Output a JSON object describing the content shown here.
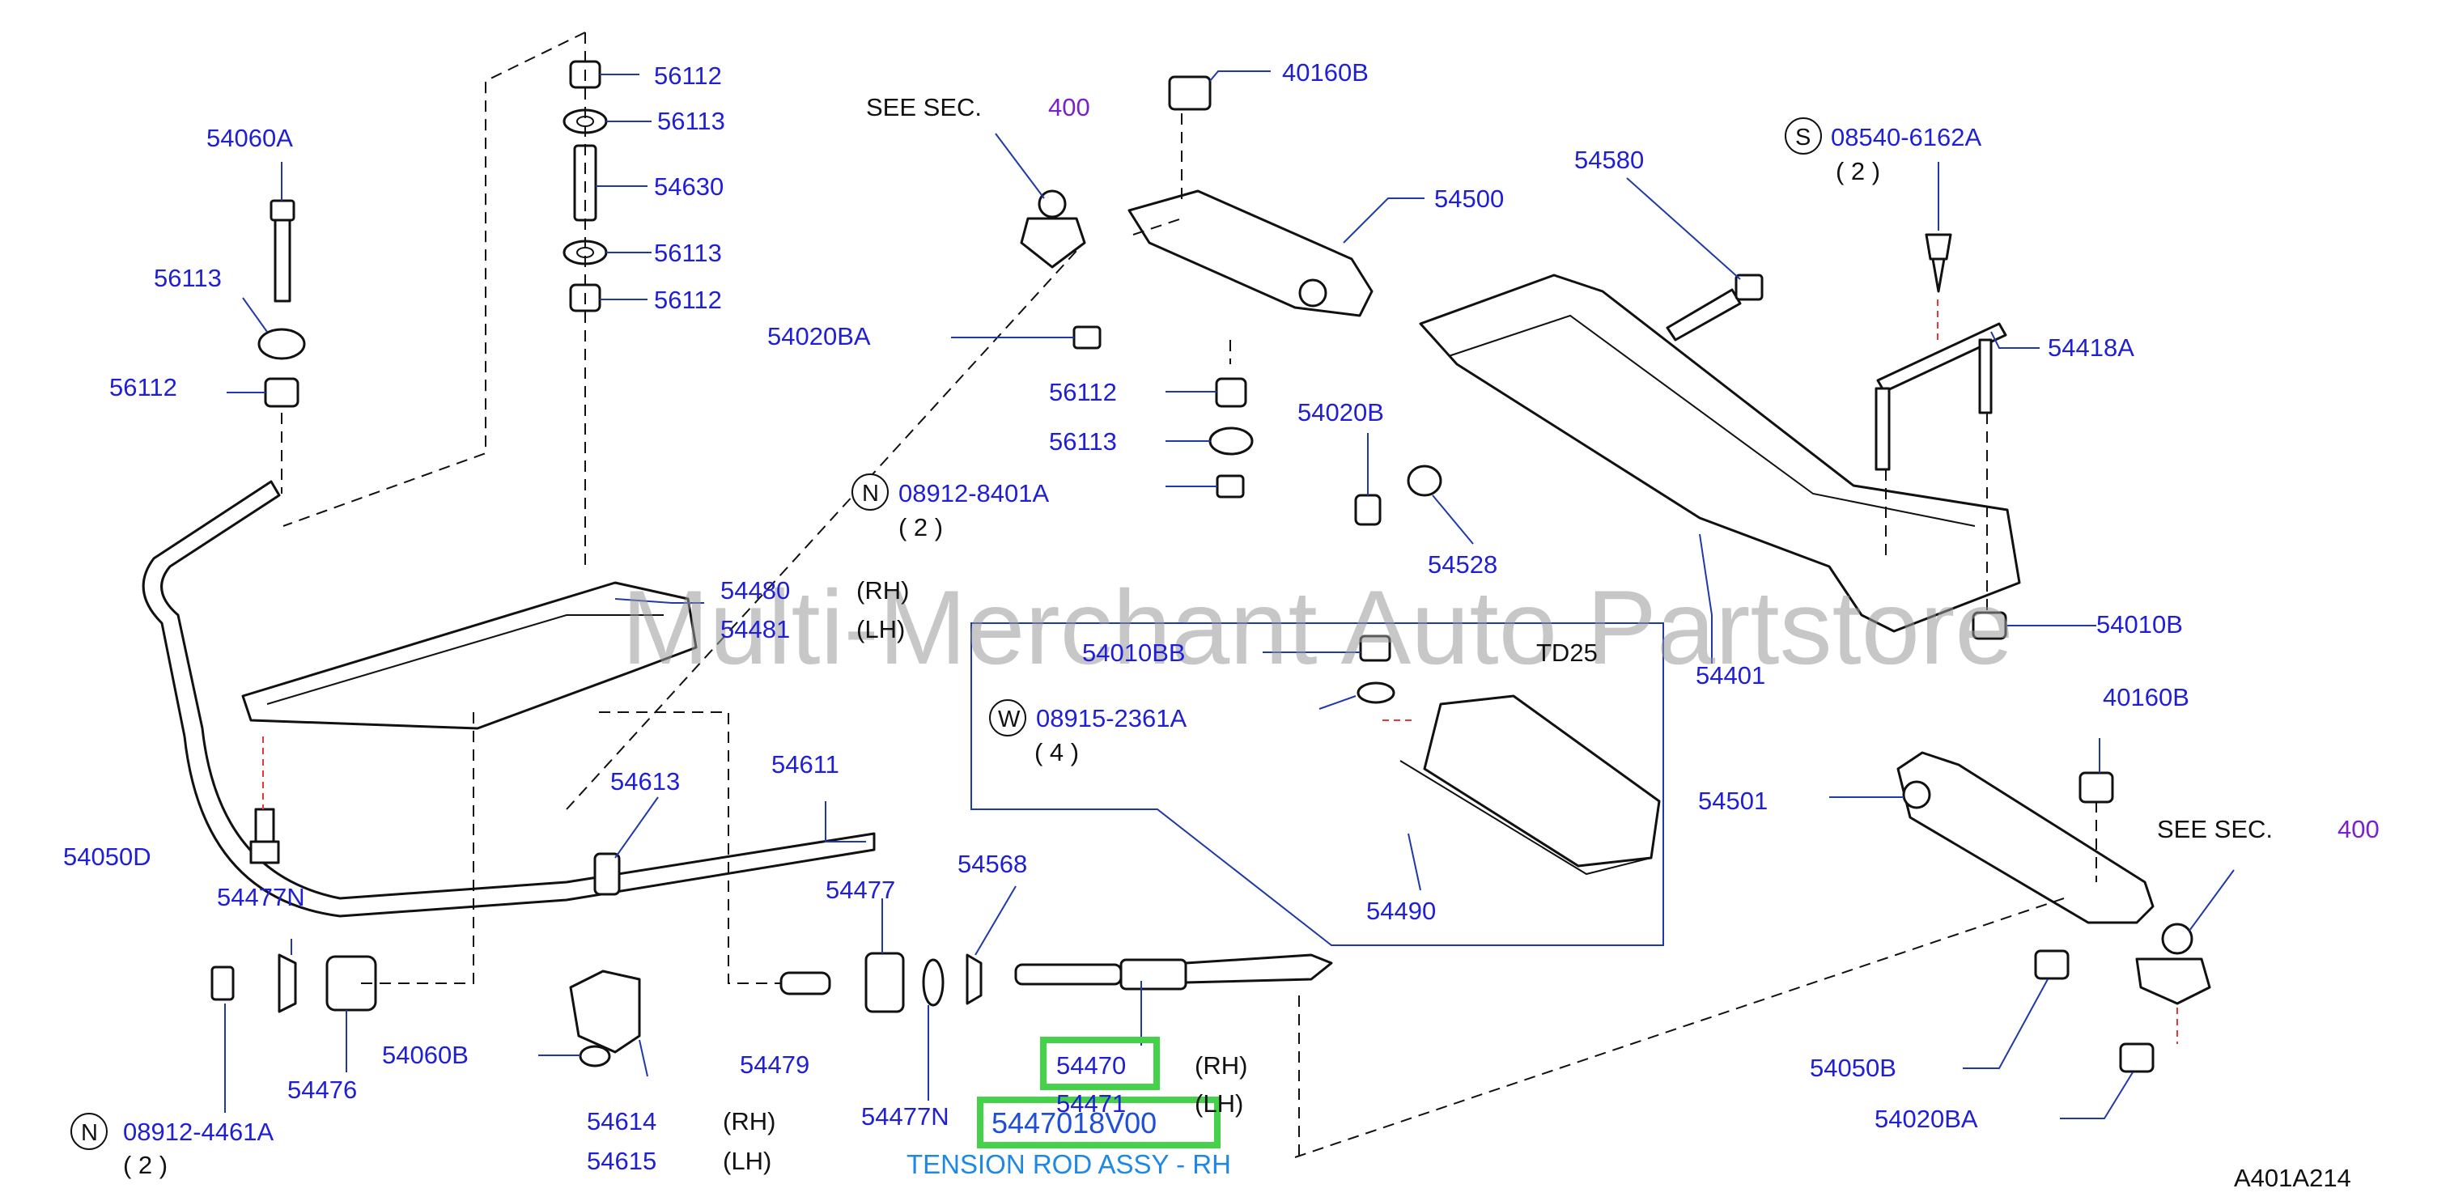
{
  "labels": {
    "p_56112_t": "56112",
    "p_56113_t": "56113",
    "p_54630": "54630",
    "p_56113_m": "56113",
    "p_56112_m": "56112",
    "p_54060A": "54060A",
    "p_56113_l": "56113",
    "p_56112_l": "56112",
    "see_1": "SEE   SEC.",
    "sec_1": "400",
    "p_40160B_t": "40160B",
    "p_54500": "54500",
    "p_54020BA_t": "54020BA",
    "p_56112_c": "56112",
    "p_56113_c": "56113",
    "n_08912_8401A": "08912-8401A",
    "q_2a": "( 2  )",
    "p_54580": "54580",
    "s_08540_6162A": "08540-6162A",
    "q_2b": "( 2  )",
    "p_54418A": "54418A",
    "p_54020B": "54020B",
    "p_54528": "54528",
    "p_54480": "54480",
    "rh_1": "(RH)",
    "p_54481": "54481",
    "lh_1": "(LH)",
    "p_54010BB": "54010BB",
    "td25": "TD25",
    "w_08915_2361A": "08915-2361A",
    "q_4": "( 4  )",
    "p_54010B": "54010B",
    "p_54401": "54401",
    "p_40160B_r": "40160B",
    "p_54501": "54501",
    "see_2": "SEE   SEC.",
    "sec_2": "400",
    "p_54613": "54613",
    "p_54611": "54611",
    "p_54050D": "54050D",
    "p_54490": "54490",
    "p_54477N_l": "54477N",
    "p_54477": "54477",
    "p_54568": "54568",
    "p_54060B": "54060B",
    "p_54476": "54476",
    "p_54479": "54479",
    "p_54470": "54470",
    "rh_2": "(RH)",
    "p_54471": "54471",
    "lh_2": "(LH)",
    "p_54050B": "54050B",
    "p_54020BA_b": "54020BA",
    "n_08912_4461A": "08912-4461A",
    "q_2c": "( 2  )",
    "p_54614": "54614",
    "rh_3": "(RH)",
    "p_54615": "54615",
    "lh_3": "(LH)",
    "p_54477N_b": "54477N",
    "callout": "5447018V00",
    "caption": "TENSION ROD ASSY - RH",
    "diagram_code": "A401A214",
    "watermark": "Multi-Merchant Auto Partstore",
    "sym_n1": "N",
    "sym_s": "S",
    "sym_w": "W",
    "sym_n2": "N"
  },
  "colors": {
    "part_number": "#1f1fd6",
    "section_ref": "#7a22c9",
    "highlight": "#45d24a",
    "caption": "#1e88e5"
  }
}
